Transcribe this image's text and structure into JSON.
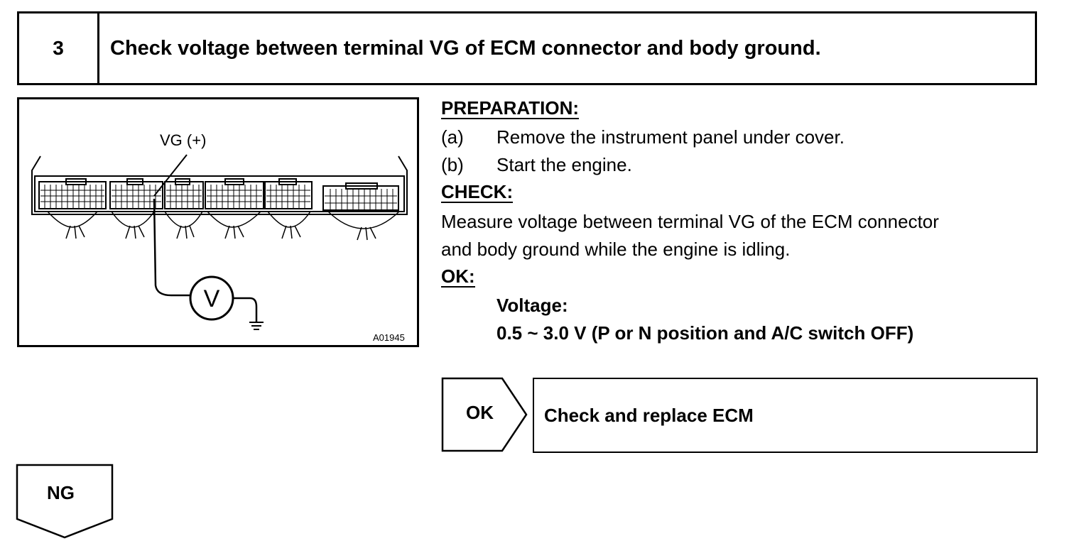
{
  "step": {
    "number": "3",
    "title": "Check voltage between terminal VG of ECM connector and body ground."
  },
  "figure": {
    "terminal_label": "VG (+)",
    "meter_symbol": "V",
    "figure_code": "A01945"
  },
  "preparation": {
    "heading": "PREPARATION:",
    "steps": [
      {
        "marker": "(a)",
        "text": "Remove the instrument panel under cover."
      },
      {
        "marker": "(b)",
        "text": "Start the engine."
      }
    ]
  },
  "check": {
    "heading": "CHECK:",
    "lines": [
      "Measure voltage between terminal VG of the ECM connector",
      "and body ground while the engine is idling."
    ]
  },
  "ok_spec": {
    "heading": "OK:",
    "label": "Voltage:",
    "value": "0.5 ~ 3.0 V (P or N position and A/C switch OFF)"
  },
  "ok_branch": {
    "tag": "OK",
    "action": "Check and replace ECM"
  },
  "ng_branch": {
    "tag": "NG"
  }
}
